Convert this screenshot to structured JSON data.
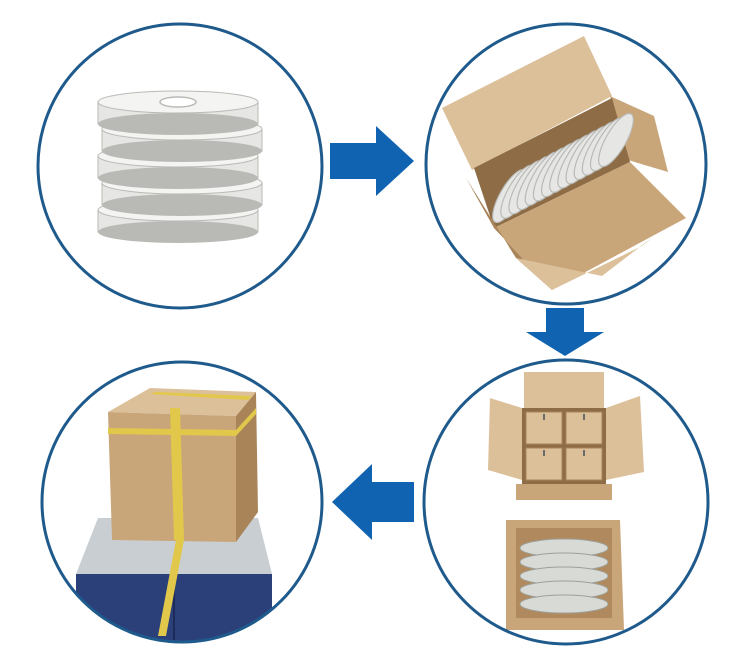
{
  "diagram": {
    "type": "process-flow",
    "step_count": 4,
    "flow_order": [
      "step-1",
      "step-2",
      "step-3",
      "step-4"
    ],
    "steps": [
      {
        "id": "step-1",
        "depicts": "stacked-tape-rolls",
        "roll_count": 5
      },
      {
        "id": "step-2",
        "depicts": "rolls-in-open-carton",
        "roll_count": 14
      },
      {
        "id": "step-3",
        "depicts": "carton-with-four-boxes-and-bagged-rolls",
        "inner_box_count": 4
      },
      {
        "id": "step-4",
        "depicts": "strapped-carton-on-strapping-machine",
        "strap_count": 2
      }
    ],
    "arrows": [
      {
        "from": "step-1",
        "to": "step-2",
        "direction": "right"
      },
      {
        "from": "step-2",
        "to": "step-3",
        "direction": "down"
      },
      {
        "from": "step-3",
        "to": "step-4",
        "direction": "left"
      }
    ]
  },
  "colors": {
    "circle_border": "#1f5a8c",
    "arrow": "#0f63b0",
    "cardboard": "#c9a57a",
    "cardboard_dark": "#a98459",
    "cardboard_light": "#dcc09a",
    "roll_silver": "#e6e6e4",
    "roll_shadow": "#b9b9b6",
    "strap": "#e2c84a",
    "machine_blue": "#2b3f79",
    "machine_top": "#c9ced3"
  }
}
